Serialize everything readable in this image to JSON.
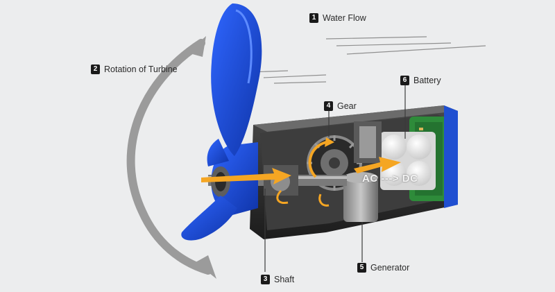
{
  "labels": {
    "water_flow": {
      "num": "1",
      "text": "Water Flow"
    },
    "rotation": {
      "num": "2",
      "text": "Rotation of Turbine"
    },
    "shaft": {
      "num": "3",
      "text": "Shaft"
    },
    "gear": {
      "num": "4",
      "text": "Gear"
    },
    "generator": {
      "num": "5",
      "text": "Generator"
    },
    "battery": {
      "num": "6",
      "text": "Battery"
    }
  },
  "conversion": "AC ---> DC",
  "colors": {
    "background": "#ecedee",
    "turbine_blue": "#1f4fd1",
    "flow_arrow": "#f5a623",
    "rotation_arrow": "#9b9b9b",
    "housing": "#2f2f2f",
    "circuit_green": "#2e8b3a"
  },
  "icons": [
    "rotation-arrow-icon",
    "water-flow-lines-icon",
    "energy-arrow-icon"
  ]
}
